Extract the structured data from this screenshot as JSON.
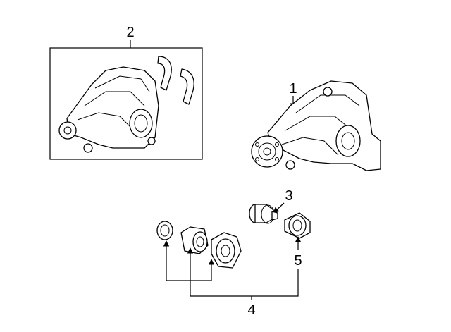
{
  "diagram": {
    "callouts": [
      {
        "id": "1",
        "label": "1"
      },
      {
        "id": "2",
        "label": "2"
      },
      {
        "id": "3",
        "label": "3"
      },
      {
        "id": "4",
        "label": "4"
      },
      {
        "id": "5",
        "label": "5"
      }
    ],
    "colors": {
      "line": "#000000",
      "background": "#ffffff"
    }
  }
}
